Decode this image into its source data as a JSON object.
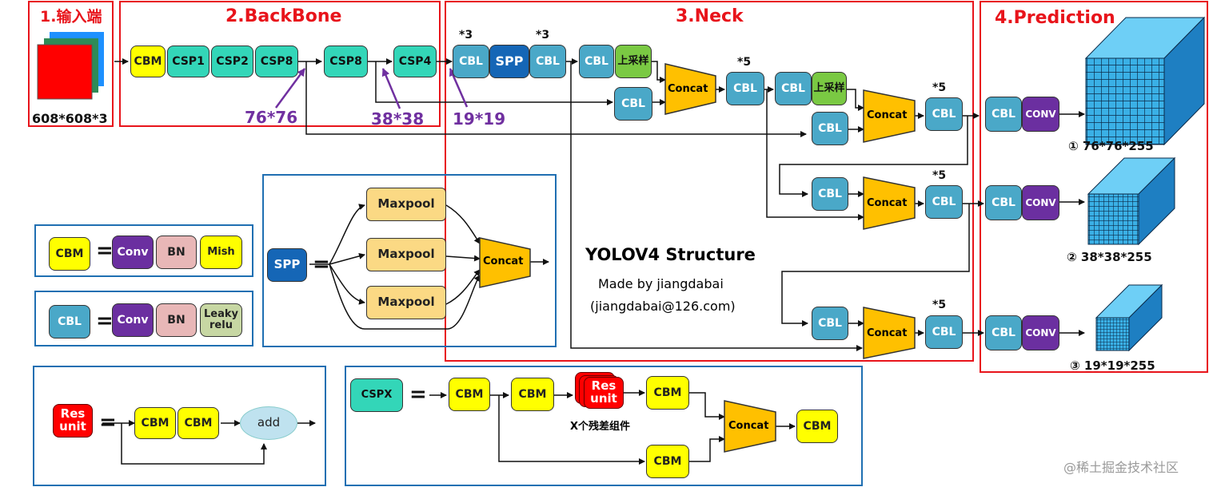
{
  "sections": {
    "input": "1.输入端",
    "backbone": "2.BackBone",
    "neck": "3.Neck",
    "prediction": "4.Prediction"
  },
  "input_size": "608*608*3",
  "backbone": {
    "cbm": "CBM",
    "csp1": "CSP1",
    "csp2": "CSP2",
    "csp8a": "CSP8",
    "csp8b": "CSP8",
    "csp4": "CSP4"
  },
  "sizes": {
    "s76": "76*76",
    "s38": "38*38",
    "s19": "19*19"
  },
  "neck": {
    "cbl": "CBL",
    "spp": "SPP",
    "upsample": "上采样",
    "concat": "Concat",
    "x3": "*3",
    "x5": "*5"
  },
  "prediction": {
    "cbl": "CBL",
    "conv": "CONV",
    "out1": "① 76*76*255",
    "out2": "② 38*38*255",
    "out3": "③ 19*19*255"
  },
  "legend": {
    "cbm": "CBM",
    "cbl": "CBL",
    "conv": "Conv",
    "bn": "BN",
    "mish": "Mish",
    "leaky": "Leaky relu",
    "spp": "SPP",
    "maxpool": "Maxpool",
    "concat": "Concat",
    "equals": "=",
    "res_unit": "Res unit",
    "add": "add",
    "cspx": "CSPX",
    "x_res": "X个残差组件"
  },
  "title": "YOLOV4 Structure",
  "credit": "Made by jiangdabai",
  "email": "(jiangdabai@126.com)",
  "watermark": "@稀土掘金技术社区"
}
